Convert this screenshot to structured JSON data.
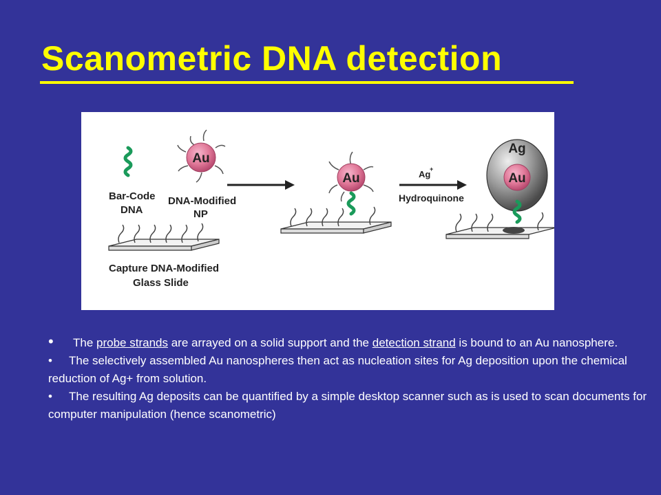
{
  "slide": {
    "title": "Scanometric DNA detection"
  },
  "figure": {
    "labels": {
      "barcode_line1": "Bar-Code",
      "barcode_line2": "DNA",
      "np_line1": "DNA-Modified",
      "np_line2": "NP",
      "slide_line1": "Capture DNA-Modified",
      "slide_line2": "Glass Slide",
      "au_1": "Au",
      "au_2": "Au",
      "au_3": "Au",
      "ag": "Ag",
      "reagent_1": "Ag",
      "reagent_1_sup": "+",
      "reagent_2": "Hydroquinone"
    }
  },
  "bullets": [
    {
      "marker": "•",
      "parts": [
        "The ",
        "probe strands",
        " are arrayed on a solid support and the ",
        "detection strand",
        " is bound to an Au nanosphere."
      ]
    },
    {
      "marker": "•",
      "text": "The selectively assembled Au nanospheres then act as nucleation sites for Ag deposition upon the chemical reduction of Ag+ from solution."
    },
    {
      "marker": "•",
      "text": "The resulting Ag deposits can be quantified by a simple desktop scanner such as is used to scan documents for computer manipulation (hence scanometric)"
    }
  ],
  "colors": {
    "background": "#333399",
    "title": "#ffff00",
    "gold_np": "#e07898",
    "silver": "#999999",
    "strand_green": "#1a9a5a"
  }
}
